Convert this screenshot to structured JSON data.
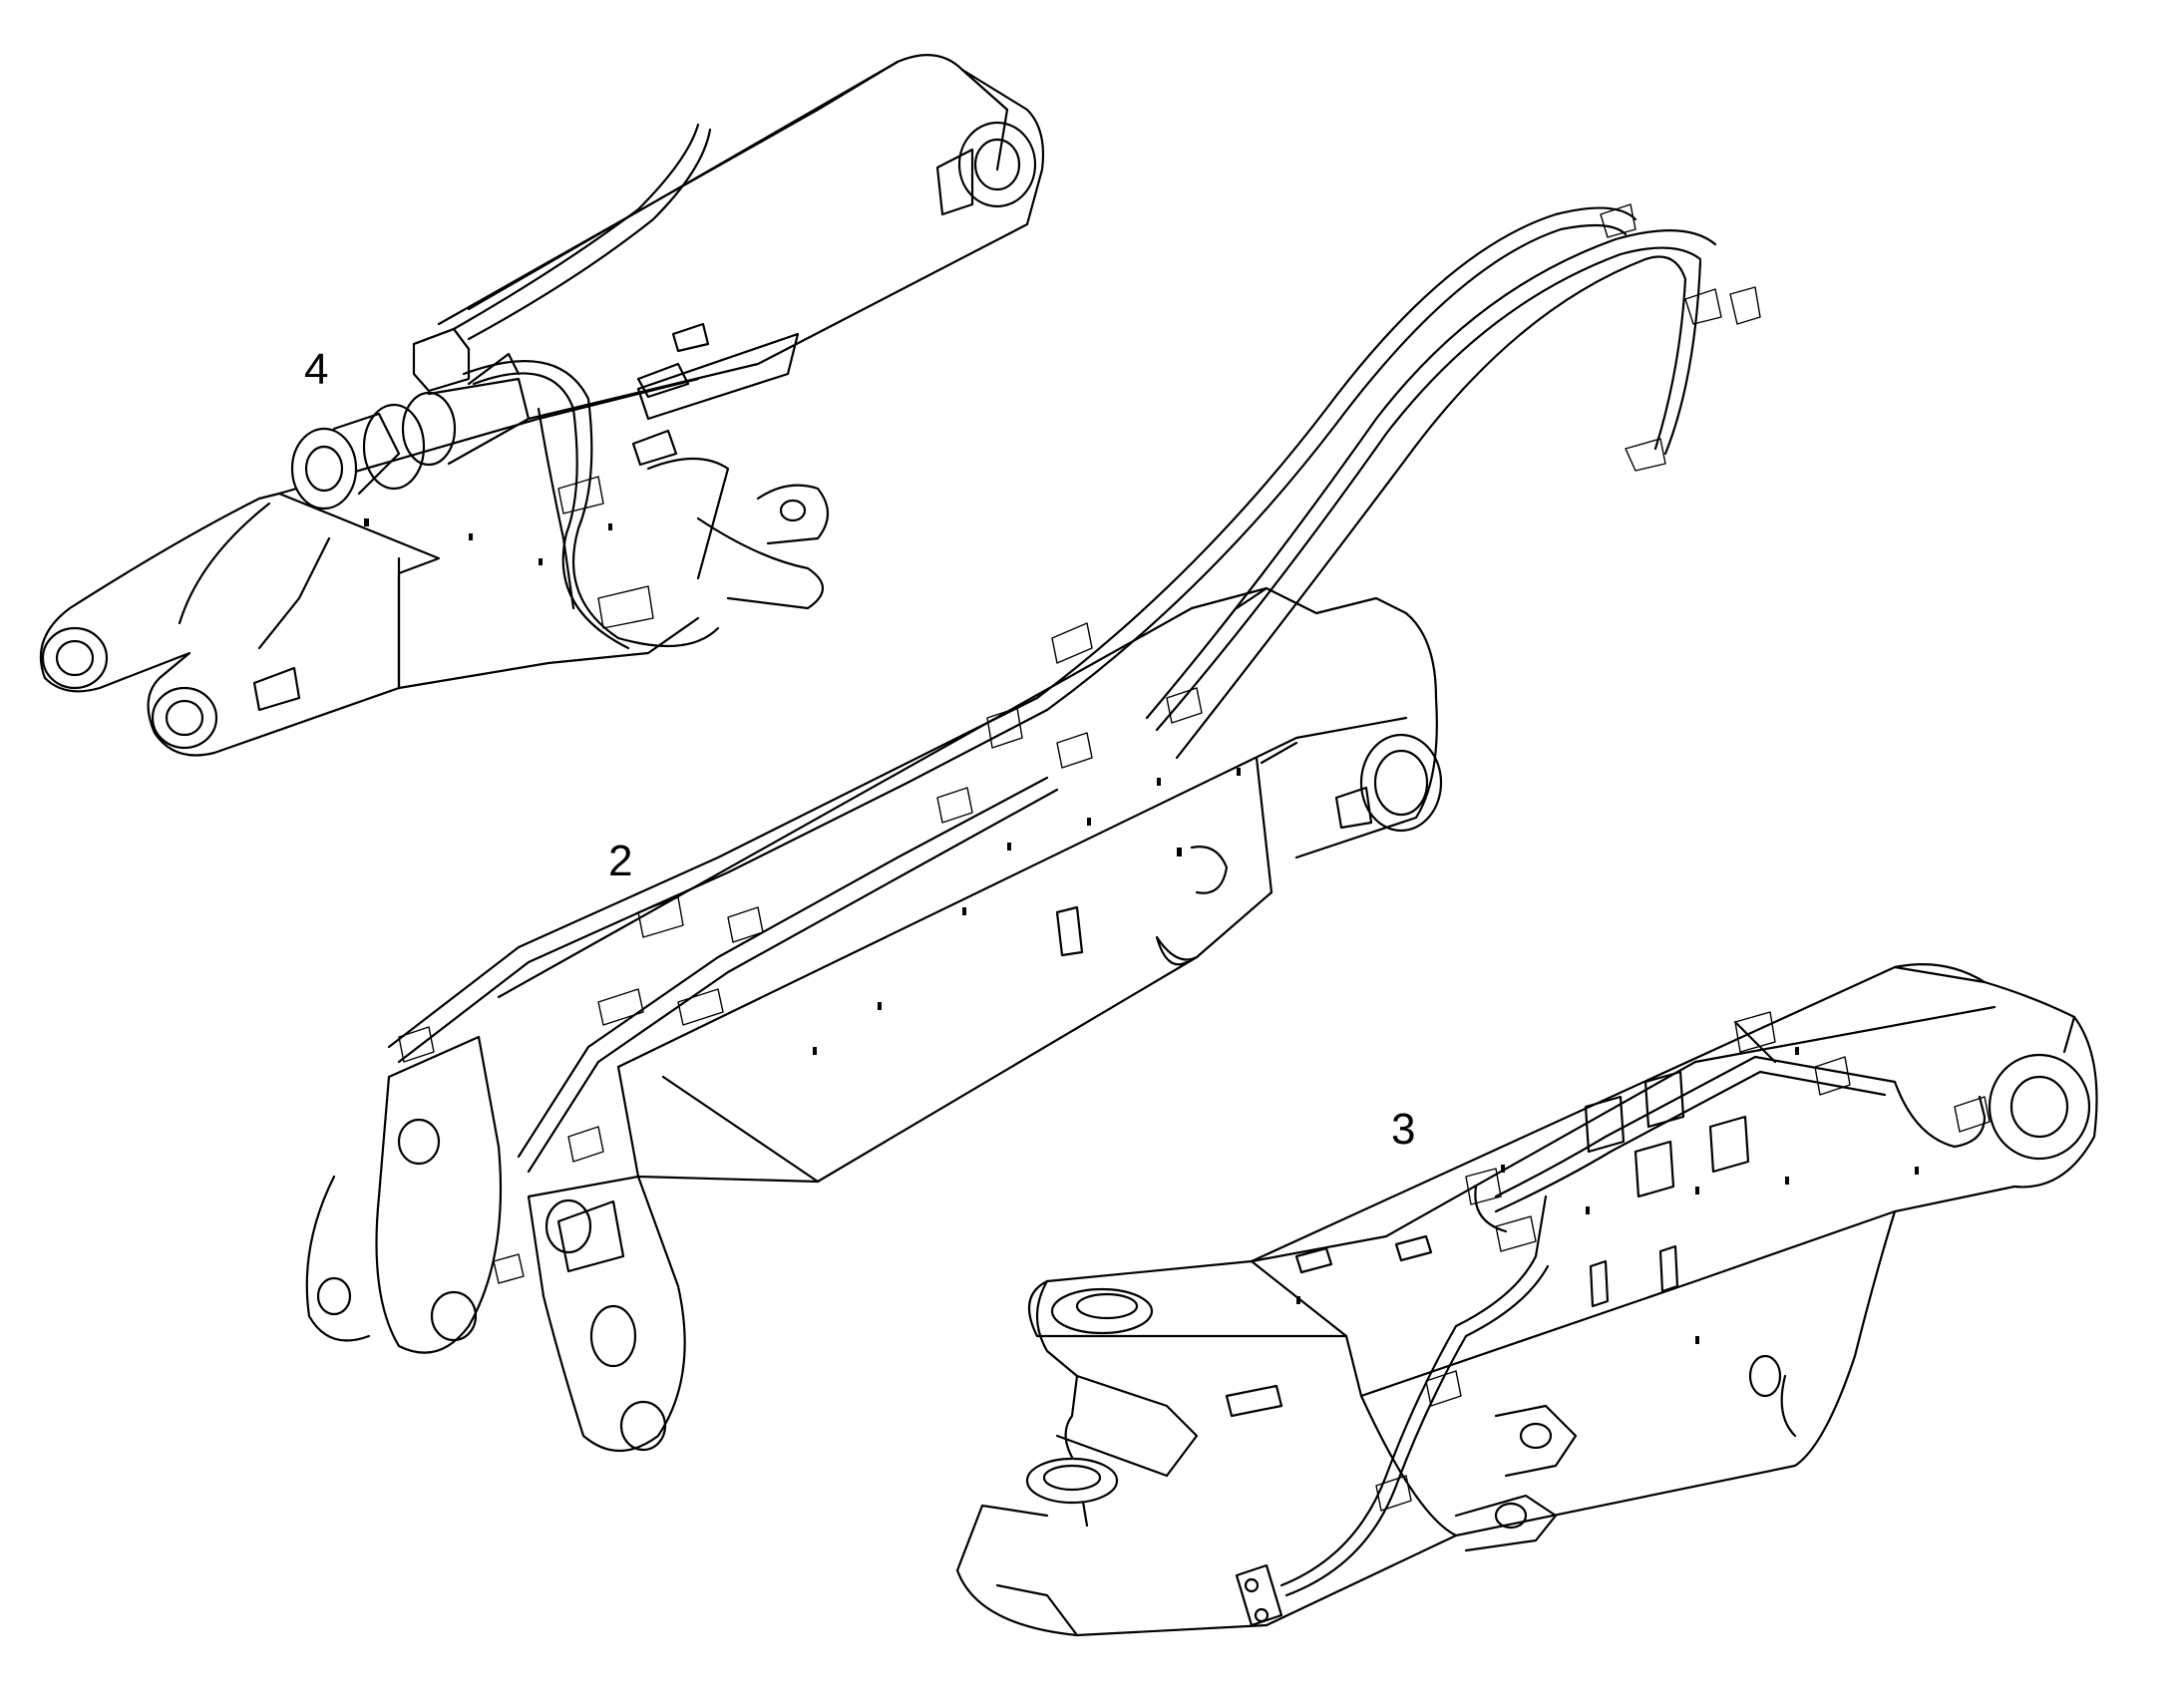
{
  "diagram": {
    "callouts": [
      {
        "id": "4",
        "label": "4"
      },
      {
        "id": "2",
        "label": "2"
      },
      {
        "id": "3",
        "label": "3"
      }
    ],
    "colors": {
      "line": "#000000",
      "background": "#ffffff"
    }
  }
}
